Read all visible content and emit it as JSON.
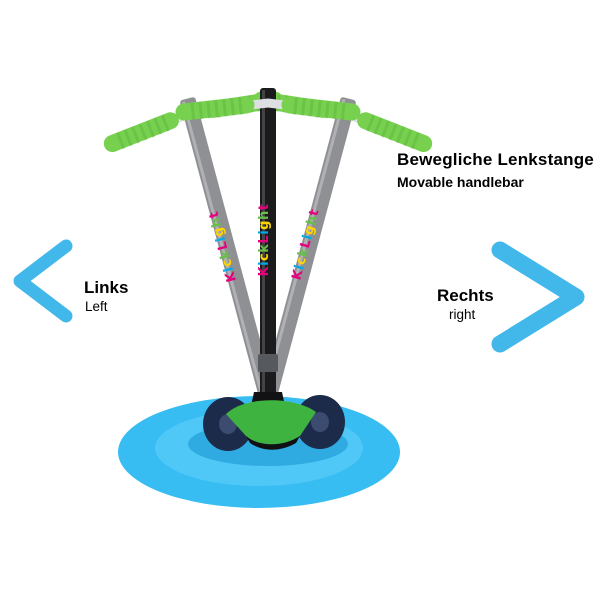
{
  "annotations": {
    "title": "Bewegliche Lenkstange",
    "subtitle": "Movable handlebar",
    "left": {
      "label": "Links",
      "sublabel": "Left"
    },
    "right": {
      "label": "Rechts",
      "sublabel": "right"
    }
  },
  "scooter": {
    "brand": "KickLight",
    "brand_letters": [
      {
        "ch": "K",
        "color": "#e6007e"
      },
      {
        "ch": "i",
        "color": "#00a7e7"
      },
      {
        "ch": "c",
        "color": "#ffd500"
      },
      {
        "ch": "k",
        "color": "#6abf4b"
      },
      {
        "ch": "L",
        "color": "#e6007e"
      },
      {
        "ch": "i",
        "color": "#00a7e7"
      },
      {
        "ch": "g",
        "color": "#ffd500"
      },
      {
        "ch": "h",
        "color": "#6abf4b"
      },
      {
        "ch": "t",
        "color": "#e6007e"
      }
    ],
    "colors": {
      "arrow": "#41b7ea",
      "platform": "#38bdf3",
      "platform_edge": "#1593cf",
      "grip": "#77d14f",
      "grip_dark": "#55ab38",
      "crossbar": "#dddfe2",
      "stem_side": "#8e9094",
      "stem_center": "#1b1b1d",
      "deck": "#3fb33f",
      "wheel": "#1c2b49",
      "wheel_hub": "#3c4c70"
    }
  }
}
